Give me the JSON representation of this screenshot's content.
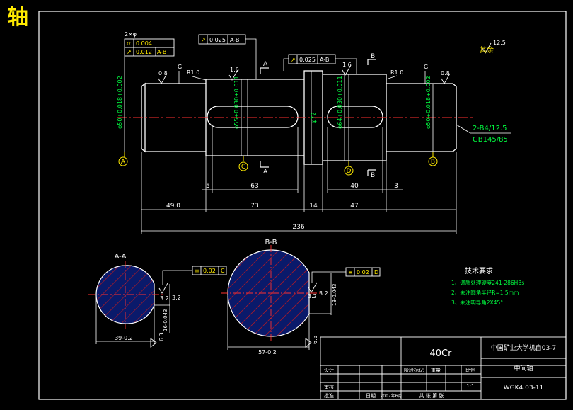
{
  "page_title_char": "轴",
  "notes_title": "技术要求",
  "notes": [
    "1、调质处理硬度241-286HBs",
    "2、未注圆角半径R=1.5mm",
    "3、未注明导角2X45°"
  ],
  "roughness_rest": "其余",
  "roughness_rest_value": "12.5",
  "center_hole_spec": [
    "2-B4/12.5",
    "GB145/85"
  ],
  "gdt_frames": [
    {
      "count": "2×φ",
      "rows": [
        {
          "symbol": "⌭",
          "value": "0.004",
          "datum": ""
        },
        {
          "symbol": "↗",
          "value": "0.012",
          "datum": "A-B"
        }
      ]
    },
    {
      "symbol": "↗",
      "value": "0.025",
      "datum": "A-B"
    },
    {
      "symbol": "↗",
      "value": "0.025",
      "datum": "A-B"
    },
    {
      "symbol": "≡",
      "value": "0.02",
      "datum": "C"
    },
    {
      "symbol": "≡",
      "value": "0.02",
      "datum": "D"
    }
  ],
  "roughness_marks": [
    "0.8",
    "1.6",
    "1.6",
    "0.8",
    "3.2",
    "3.2",
    "3.2",
    "3.2",
    "6.3",
    "6.3"
  ],
  "surface_letters": [
    "G",
    "G"
  ],
  "radii": [
    "R1.0",
    "R1.0"
  ],
  "datums": [
    "A",
    "C",
    "D",
    "B"
  ],
  "section_marks": [
    "A",
    "A",
    "B",
    "B"
  ],
  "section_titles": [
    "A-A",
    "B-B"
  ],
  "diameters": [
    "φ50+0.018+0.002",
    "φ55+0.030+0.011",
    "φ72",
    "φ64+0.030+0.011",
    "φ50+0.018+0.002"
  ],
  "dimensions_row1": [
    "5",
    "63",
    "40",
    "3"
  ],
  "dimensions_row2": [
    "49.0",
    "73",
    "14",
    "47"
  ],
  "overall_length": "236",
  "section_dims": {
    "aa_width": "39-0.2",
    "aa_depth": "16-0.043",
    "bb_width": "57-0.2",
    "bb_depth": "18-0.043"
  },
  "title_block": {
    "material": "40Cr",
    "school": "中国矿业大学机自03-7",
    "part_name": "中间轴",
    "drawing_no": "WGK4.03-11",
    "scale_label": "比例",
    "scale": "1:1",
    "stage_label": "阶段标记",
    "weight_label": "重量",
    "designer_label": "设计",
    "checker_label": "审核",
    "approve_label": "批准",
    "date_label": "日期",
    "date": "2007年6月",
    "sheet": "共 张 第 张"
  }
}
